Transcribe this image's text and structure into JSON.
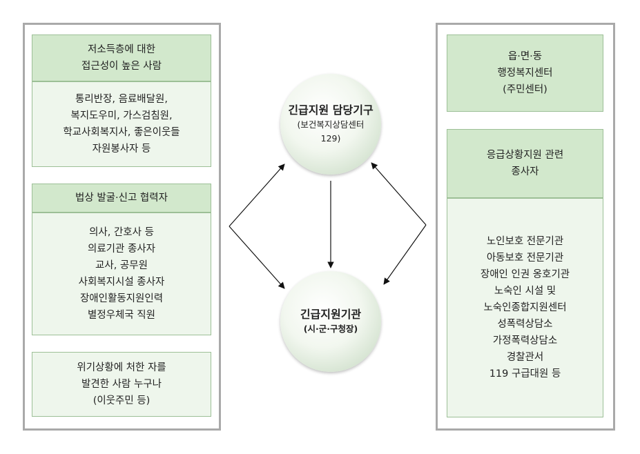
{
  "left_panel": {
    "group1": {
      "header": [
        "저소득층에 대한",
        "접근성이 높은 사람"
      ],
      "body": [
        "통리반장, 음료배달원,",
        "복지도우미, 가스검침원,",
        "학교사회복지사, 좋은이웃들",
        "자원봉사자 등"
      ]
    },
    "group2": {
      "header": [
        "법상 발굴·신고 협력자"
      ],
      "body": [
        "의사, 간호사 등",
        "의료기관 종사자",
        "교사, 공무원",
        "사회복지시설 종사자",
        "장애인활동지원인력",
        "별정우체국 직원"
      ]
    },
    "group3": {
      "body": [
        "위기상황에 처한 자를",
        "발견한 사람 누구나",
        "(이웃주민 등)"
      ]
    }
  },
  "center": {
    "top_circle": {
      "title": "긴급지원 담당기구",
      "sub1": "(보건복지상담센터",
      "sub2": "129)"
    },
    "bottom_circle": {
      "title": "긴급지원기관",
      "sub": "(시·군·구청장)"
    }
  },
  "right_panel": {
    "group1": {
      "lines": [
        "읍·면·동",
        "행정복지센터",
        "(주민센터)"
      ]
    },
    "group2": {
      "header": [
        "응급상황지원 관련",
        "종사자"
      ],
      "body": [
        "노인보호 전문기관",
        "아동보호 전문기관",
        "장애인 인권 옹호기관",
        "노숙인 시설 및",
        "노숙인종합지원센터",
        "성폭력상담소",
        "가정폭력상담소",
        "경찰관서",
        "119 구급대원 등"
      ]
    }
  }
}
